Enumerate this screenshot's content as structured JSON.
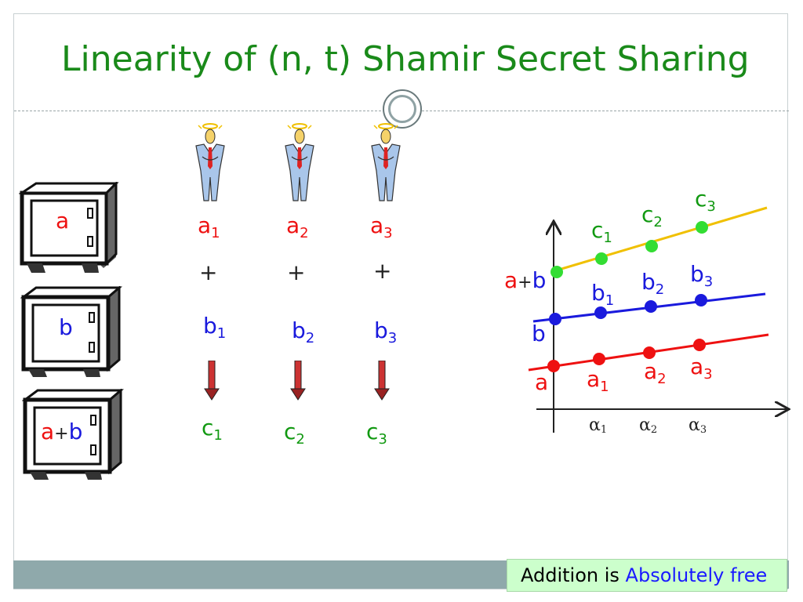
{
  "title": "Linearity of (n, t) Shamir Secret Sharing",
  "safes": {
    "a": "a",
    "b": "b",
    "sum_a": "a",
    "sum_plus": "+",
    "sum_b": "b"
  },
  "parties": [
    {
      "a": "a",
      "a_idx": "1",
      "plus": "+",
      "b": "b",
      "b_idx": "1",
      "c": "c",
      "c_idx": "1"
    },
    {
      "a": "a",
      "a_idx": "2",
      "plus": "+",
      "b": "b",
      "b_idx": "2",
      "c": "c",
      "c_idx": "2"
    },
    {
      "a": "a",
      "a_idx": "3",
      "plus": "+",
      "b": "b",
      "b_idx": "3",
      "c": "c",
      "c_idx": "3"
    }
  ],
  "graph": {
    "y_labels": {
      "sum_a": "a",
      "sum_plus": "+",
      "sum_b": "b",
      "b": "b",
      "a": "a"
    },
    "points": {
      "c": [
        {
          "t": "c",
          "i": "1"
        },
        {
          "t": "c",
          "i": "2"
        },
        {
          "t": "c",
          "i": "3"
        }
      ],
      "b": [
        {
          "t": "b",
          "i": "1"
        },
        {
          "t": "b",
          "i": "2"
        },
        {
          "t": "b",
          "i": "3"
        }
      ],
      "a": [
        {
          "t": "a",
          "i": "1"
        },
        {
          "t": "a",
          "i": "2"
        },
        {
          "t": "a",
          "i": "3"
        }
      ]
    },
    "x_ticks": [
      {
        "t": "α",
        "i": "1"
      },
      {
        "t": "α",
        "i": "2"
      },
      {
        "t": "α",
        "i": "3"
      }
    ],
    "colors": {
      "a": "#ee1111",
      "b": "#1a1add",
      "c": "#f0c000",
      "c_dots": "#33dd33"
    }
  },
  "caption": {
    "prefix": "Addition is",
    "highlight": "Absolutely free"
  }
}
